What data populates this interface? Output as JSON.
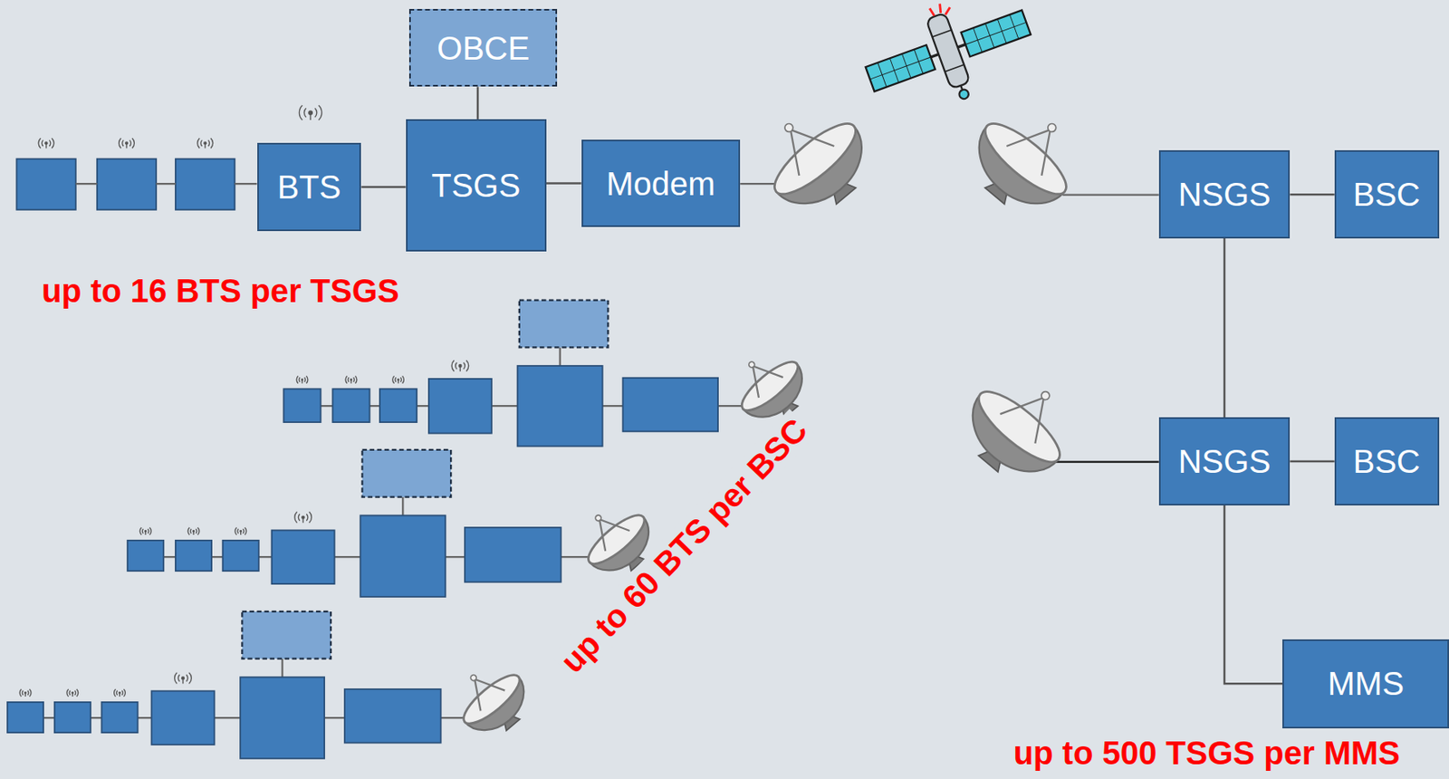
{
  "diagram": {
    "nodes": [
      {
        "text": [
          "OBCE"
        ]
      },
      {
        "text": [
          "BTS"
        ]
      },
      {
        "text": [
          "TSGS"
        ]
      },
      {
        "text": [
          "Modem"
        ]
      },
      {
        "text": [
          "NSGS"
        ]
      },
      {
        "text": [
          "BSC"
        ]
      },
      {
        "text": [
          "NSGS"
        ]
      },
      {
        "text": [
          "BSC"
        ]
      },
      {
        "text": [
          "MMS"
        ]
      }
    ],
    "edges": [
      {
        "from": 0,
        "to": 2,
        "arrow": "none"
      },
      {
        "from": 1,
        "to": 2,
        "arrow": "none"
      },
      {
        "from": 2,
        "to": 3,
        "arrow": "none"
      },
      {
        "from": 4,
        "to": 5,
        "arrow": "none"
      },
      {
        "from": 4,
        "to": 6,
        "arrow": "none"
      },
      {
        "from": 6,
        "to": 7,
        "arrow": "none"
      },
      {
        "from": 6,
        "to": 8,
        "arrow": "none"
      }
    ],
    "labels": [
      "up to 16 BTS per TSGS",
      "up to 60 BTS per BSC",
      "up to 500 TSGS per MMS"
    ]
  }
}
